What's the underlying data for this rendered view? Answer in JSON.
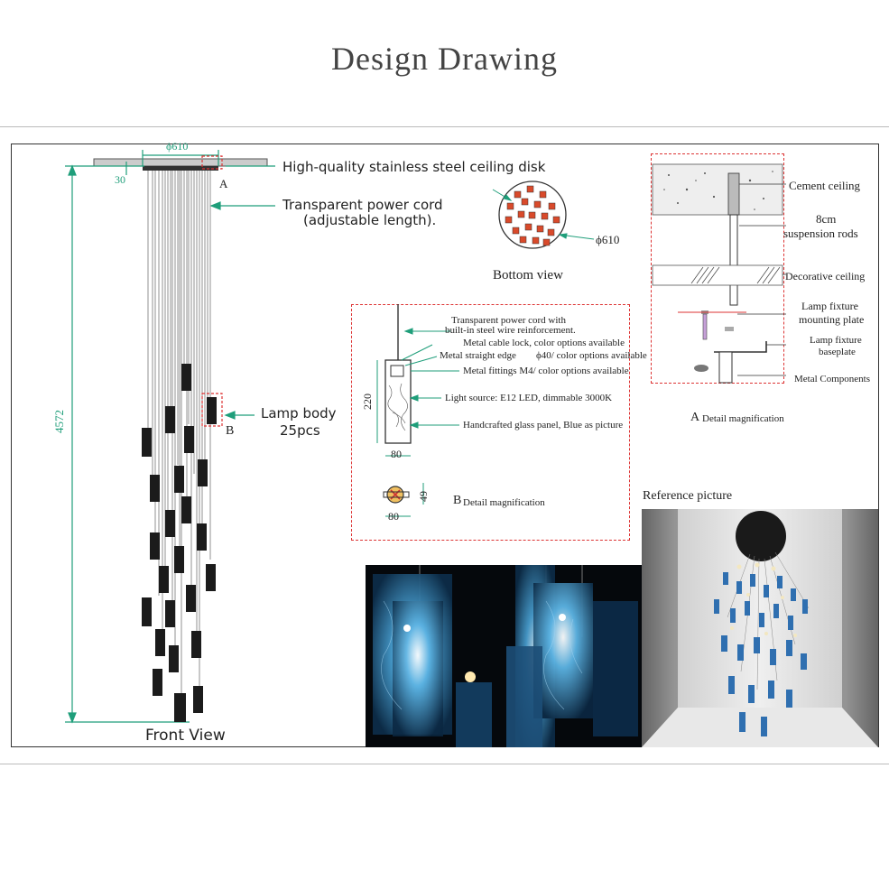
{
  "header": {
    "title": "Design Drawing"
  },
  "front_view": {
    "caption": "Front View",
    "dim_width": "ϕ610",
    "dim_height": "4572",
    "dim_top": "30",
    "marker_a": "A",
    "marker_b": "B",
    "callout_disk": "High-quality stainless steel ceiling disk",
    "callout_cord_line1": "Transparent power cord",
    "callout_cord_line2": "(adjustable length).",
    "callout_lamp_line1": "Lamp body",
    "callout_lamp_line2": "25pcs"
  },
  "bottom_view": {
    "caption": "Bottom view",
    "dim": "ϕ610"
  },
  "detail_b": {
    "note_cord_line1": "Transparent power cord with",
    "note_cord_line2": "built-in steel wire reinforcement.",
    "note_lock": "Metal cable lock, color options available",
    "note_edge": "Metal straight edge",
    "note_edge_dim": "ϕ40/ color options available",
    "note_fittings": "Metal fittings M4/ color options available",
    "note_light": "Light source: E12 LED,  dimmable 3000K",
    "note_glass": "Handcrafted glass panel, Blue as picture",
    "dim_height": "220",
    "dim_width_1": "80",
    "dim_width_2": "80",
    "dim_depth": "49",
    "caption_letter": "B",
    "caption_text": "Detail magnification"
  },
  "detail_a": {
    "note_cement": "Cement ceiling",
    "note_rods_line1": "8cm",
    "note_rods_line2": "suspension rods",
    "note_decor": "Decorative ceiling",
    "note_mount_line1": "Lamp fixture",
    "note_mount_line2": "mounting plate",
    "note_base_line1": "Lamp fixture",
    "note_base_line2": "baseplate",
    "note_metal": "Metal Components",
    "caption_letter": "A",
    "caption_text": "Detail magnification"
  },
  "reference": {
    "caption": "Reference picture"
  },
  "colors": {
    "dimension": "#1f9e7a",
    "callout_box": "#dd3333",
    "accent_blue": "#2f7fb8"
  }
}
